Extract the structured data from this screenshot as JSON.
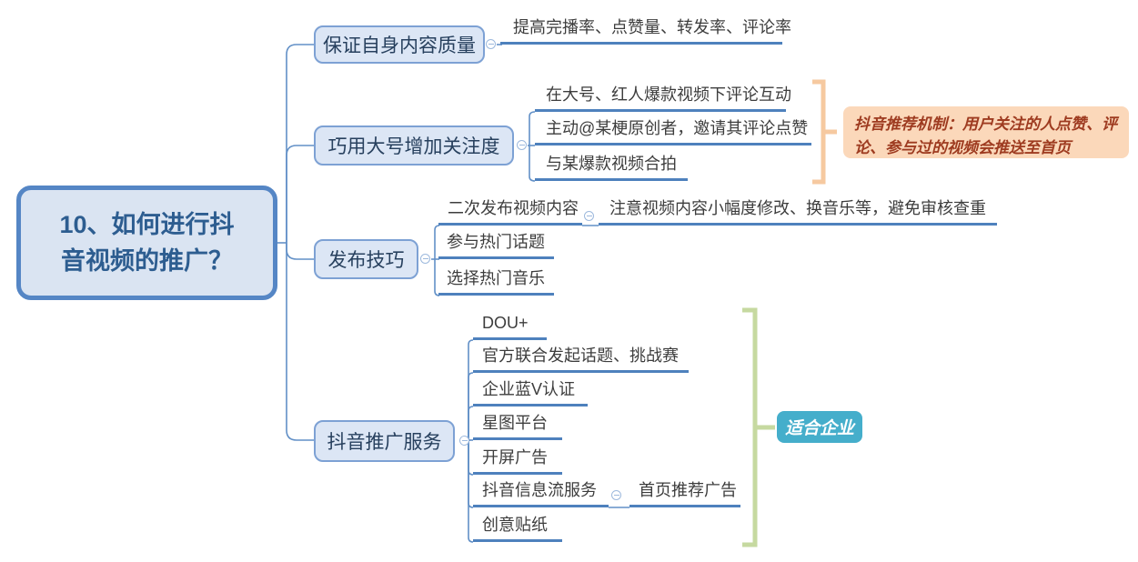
{
  "root": {
    "label": "10、如何进行抖音视频的推广？"
  },
  "branches": [
    {
      "label": "保证自身内容质量",
      "children": [
        {
          "label": "提高完播率、点赞量、转发率、评论率"
        }
      ]
    },
    {
      "label": "巧用大号增加关注度",
      "children": [
        {
          "label": "在大号、红人爆款视频下评论互动"
        },
        {
          "label": "主动@某梗原创者，邀请其评论点赞"
        },
        {
          "label": "与某爆款视频合拍"
        }
      ],
      "summary": {
        "label": "抖音推荐机制：用户关注的人点赞、评论、参与过的视频会推送至首页"
      }
    },
    {
      "label": "发布技巧",
      "children": [
        {
          "label": "二次发布视频内容",
          "children": [
            {
              "label": "注意视频内容小幅度修改、换音乐等，避免审核查重"
            }
          ]
        },
        {
          "label": "参与热门话题"
        },
        {
          "label": "选择热门音乐"
        }
      ]
    },
    {
      "label": "抖音推广服务",
      "children": [
        {
          "label": "DOU+"
        },
        {
          "label": "官方联合发起话题、挑战赛"
        },
        {
          "label": "企业蓝V认证"
        },
        {
          "label": "星图平台"
        },
        {
          "label": "开屏广告"
        },
        {
          "label": "抖音信息流服务",
          "children": [
            {
              "label": "首页推荐广告"
            }
          ]
        },
        {
          "label": "创意贴纸"
        }
      ],
      "summary": {
        "label": "适合企业"
      }
    }
  ],
  "icons": {
    "collapse": "minus-circle"
  },
  "colors": {
    "root_border": "#5586c5",
    "root_fill": "#dae4f2",
    "root_text": "#2d5d90",
    "box_border": "#7da1d4",
    "box_fill": "#dce6f5",
    "box_text": "#27405e",
    "branch_line": "#4e81bd",
    "thin_line": "#6290c7",
    "collapse_ring": "#9db9dd",
    "note_fill": "#fbd8ba",
    "note_text": "#9e3b20",
    "note_bracket": "#f6c9a0",
    "enterprise_fill": "#45aecb",
    "enterprise_text": "#ffffff",
    "enterprise_bracket": "#c6d9a0",
    "leaf_text": "#3d3d3d"
  }
}
